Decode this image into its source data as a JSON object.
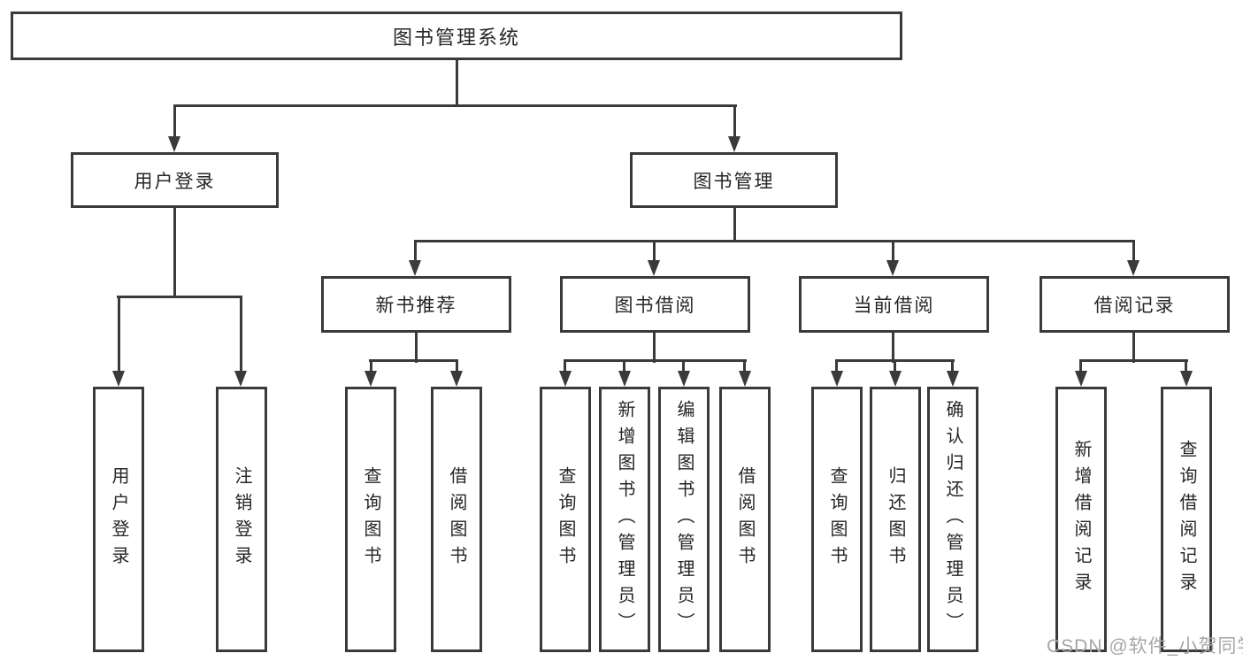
{
  "colors": {
    "line": "#3a3a3a",
    "text": "#262626",
    "watermark": "#a6a6a6",
    "background": "#ffffff"
  },
  "tree": {
    "root": "图书管理系统",
    "branches": [
      {
        "label": "用户登录",
        "children": [
          "用户登录",
          "注销登录"
        ]
      },
      {
        "label": "图书管理",
        "children": [
          {
            "label": "新书推荐",
            "children": [
              "查询图书",
              "借阅图书"
            ]
          },
          {
            "label": "图书借阅",
            "children": [
              "查询图书",
              "新增图书（管理员）",
              "编辑图书（管理员）",
              "借阅图书"
            ]
          },
          {
            "label": "当前借阅",
            "children": [
              "查询图书",
              "归还图书",
              "确认归还（管理员）"
            ]
          },
          {
            "label": "借阅记录",
            "children": [
              "新增借阅记录",
              "查询借阅记录"
            ]
          }
        ]
      }
    ]
  },
  "watermark": "CSDN @软件_小贺同学"
}
